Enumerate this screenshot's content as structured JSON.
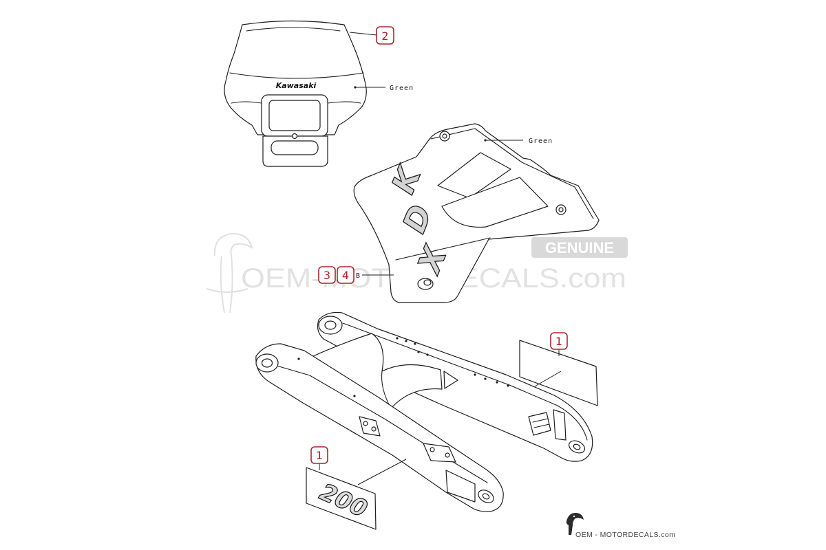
{
  "headlight_cover": {
    "callout": "2",
    "color_label": "Green",
    "brand_text": "Kawasaki"
  },
  "side_cover": {
    "callouts": [
      "3",
      "4"
    ],
    "mark_label": "B",
    "color_label": "Green",
    "graphic_letters": [
      "K",
      "D",
      "X"
    ]
  },
  "swingarm_decals": [
    {
      "callout": "1"
    },
    {
      "callout": "1",
      "graphic_text": "200"
    }
  ],
  "watermark": {
    "text": "OEM-MOTORDECALS.com",
    "badge": "GENUINE"
  },
  "footer_logo": {
    "text": "OEM - MOTORDECALS.com",
    "icon": "hornbill-icon"
  },
  "colors": {
    "callout": "#a8262c",
    "line": "#1c1c1c",
    "watermark": "#e2e2e2"
  }
}
